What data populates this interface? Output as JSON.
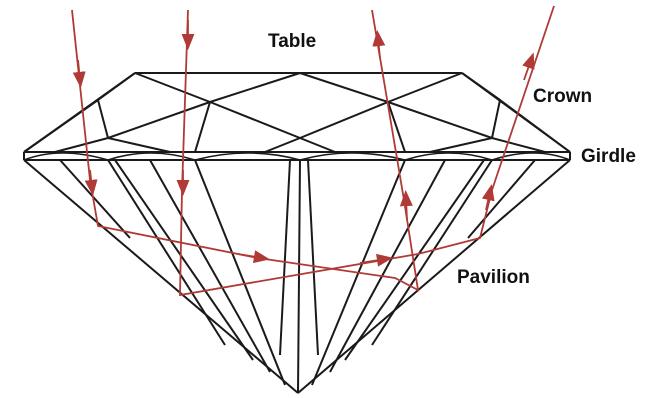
{
  "labels": {
    "table": "Table",
    "crown": "Crown",
    "girdle": "Girdle",
    "pavilion": "Pavilion"
  },
  "colors": {
    "outline": "#1a1a1a",
    "light_ray": "#b03a35",
    "background": "#ffffff"
  }
}
